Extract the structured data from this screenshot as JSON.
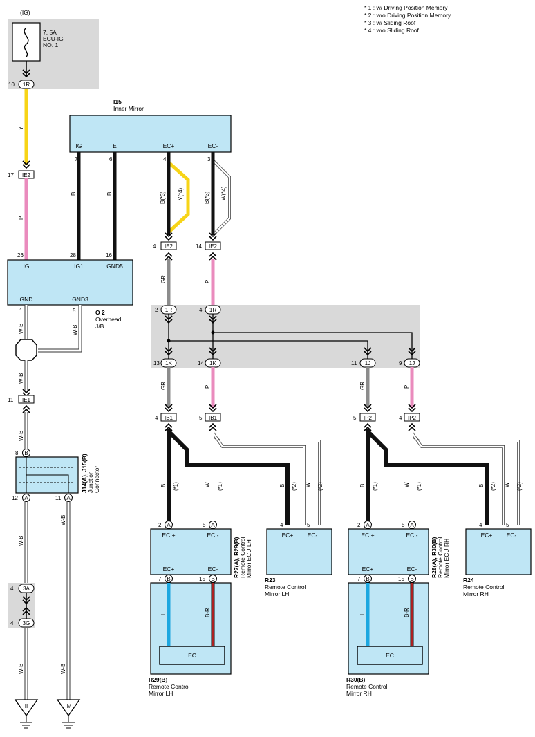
{
  "notes": [
    "* 1 : w/ Driving Position Memory",
    "* 2 : w/o Driving Position Memory",
    "* 3 : w/ Sliding Roof",
    "* 4 : w/o Sliding Roof"
  ],
  "fuse": {
    "ig": "(IG)",
    "line1": "7. 5A",
    "line2": "ECU-IG",
    "line3": "NO. 1",
    "pin": "10",
    "conn": "1R"
  },
  "colors": {
    "yellow": "#f7d417",
    "pink": "#ea8bbd",
    "gray": "#8c8c8c",
    "black": "#111111",
    "blue": "#1ca7e0",
    "box": "#bfe6f5",
    "shade": "#d9d9d9"
  },
  "wires": {
    "Y": "Y",
    "P": "P",
    "B": "B",
    "W": "W",
    "GR": "GR",
    "WB": "W-B",
    "L": "L",
    "BR": "B-R",
    "B3": "B(*3)",
    "Y4": "Y(*4)",
    "W4": "W(*4)",
    "s1": "(*1)",
    "s2": "(*2)"
  },
  "inner_mirror": {
    "code": "I15",
    "name": "Inner Mirror",
    "p1": "IG",
    "p2": "E",
    "p3": "EC+",
    "p4": "EC-",
    "n1": "7",
    "n2": "6",
    "n3": "4",
    "n4": "3"
  },
  "ie2": {
    "conn": "IE2",
    "pin17": "17",
    "pin4": "4",
    "pin14": "14"
  },
  "overhead": {
    "code": "O 2",
    "name1": "Overhead",
    "name2": "J/B",
    "p_ig": "IG",
    "p_ig1": "IG1",
    "p_gnd5": "GND5",
    "p_gnd": "GND",
    "p_gnd3": "GND3",
    "n26": "26",
    "n28": "28",
    "n16": "16",
    "n1": "1",
    "n5": "5"
  },
  "jb": {
    "c1r": "1R",
    "c1k": "1K",
    "c1j": "1J",
    "n2": "2",
    "n4": "4",
    "n13": "13",
    "n14": "14",
    "n11": "11",
    "n9": "9"
  },
  "ie1": {
    "conn": "IE1",
    "pin": "11"
  },
  "junction": {
    "code": "J14(A), J15(B)",
    "name1": "Junction",
    "name2": "Connector",
    "pB": "B",
    "pA": "A",
    "n8": "8",
    "n12": "12",
    "n11": "11"
  },
  "j3": {
    "c3a": "3A",
    "c3g": "3G",
    "n4": "4"
  },
  "grounds": {
    "g1": "II",
    "g2": "IM"
  },
  "ib1": {
    "conn": "IB1",
    "n4": "4",
    "n5": "5"
  },
  "ip2": {
    "conn": "IP2",
    "n5": "5",
    "n4": "4"
  },
  "ecu_lh": {
    "code": "R27(A), R29(B)",
    "name1": "Remote Control",
    "name2": "Mirror ECU LH",
    "p1": "ECI+",
    "p2": "ECI-",
    "p3": "EC+",
    "p4": "EC-",
    "n2": "2",
    "n5": "5",
    "n7": "7",
    "n15": "15",
    "A": "A",
    "B": "B"
  },
  "ecu_rh": {
    "code": "R28(A), R30(B)",
    "name1": "Remote Control",
    "name2": "Mirror ECU RH",
    "p1": "ECI+",
    "p2": "ECI-",
    "p3": "EC+",
    "p4": "EC-",
    "n2": "2",
    "n5": "5",
    "n7": "7",
    "n15": "15",
    "A": "A",
    "B": "B"
  },
  "r23": {
    "code": "R23",
    "name1": "Remote Control",
    "name2": "Mirror LH",
    "p1": "EC+",
    "p2": "EC-",
    "n4": "4",
    "n5": "5"
  },
  "r24": {
    "code": "R24",
    "name1": "Remote Control",
    "name2": "Mirror RH",
    "p1": "EC+",
    "p2": "EC-",
    "n4": "4",
    "n5": "5"
  },
  "r29": {
    "code": "R29(B)",
    "name1": "Remote Control",
    "name2": "Mirror LH",
    "ec": "EC"
  },
  "r30": {
    "code": "R30(B)",
    "name1": "Remote Control",
    "name2": "Mirror RH",
    "ec": "EC"
  }
}
